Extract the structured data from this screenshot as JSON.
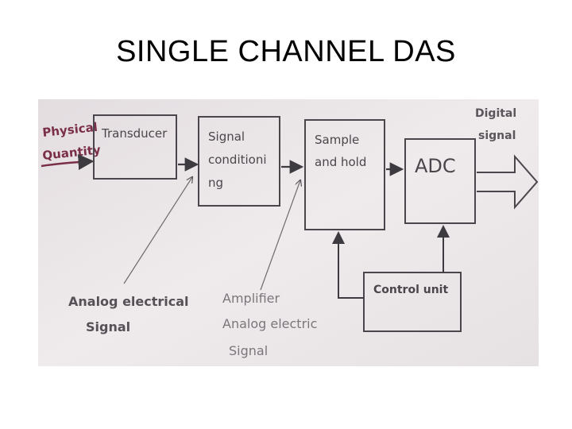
{
  "slide": {
    "title": "SINGLE CHANNEL DAS"
  },
  "diagram": {
    "input_label_line1": "Physical",
    "input_label_line2": "Quantity",
    "output_label_line1": "Digital",
    "output_label_line2": "signal",
    "blocks": {
      "transducer": "Transducer",
      "signal_conditioning_line1": "Signal",
      "signal_conditioning_line2": "conditioni",
      "signal_conditioning_line3": "ng",
      "sample_hold_line1": "Sample",
      "sample_hold_line2": "and hold",
      "adc": "ADC",
      "control_unit": "Control unit"
    },
    "annotations": {
      "analog_line1": "Analog electrical",
      "analog_line2": "Signal",
      "amplifier_line1": "Amplifier",
      "amplifier_line2": "Analog electric",
      "amplifier_line3": "Signal"
    },
    "colors": {
      "paper": "#ebe6e8",
      "ink": "#3d3a40",
      "pencil": "#6e6a70",
      "accent": "#7a2e48"
    }
  }
}
